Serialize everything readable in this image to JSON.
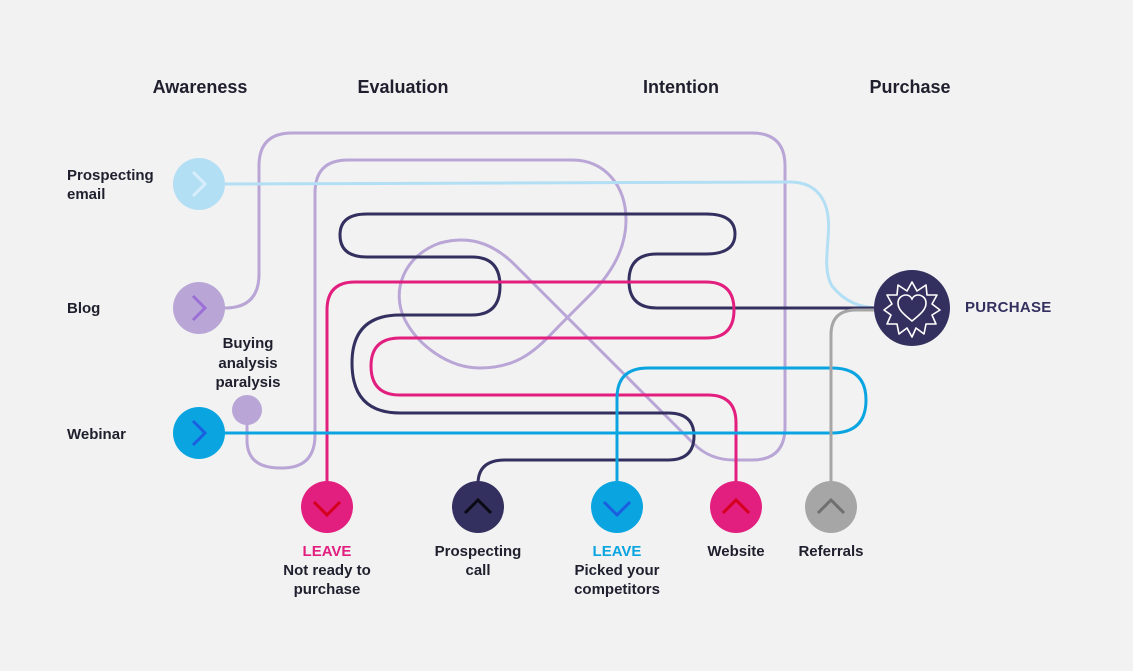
{
  "stages": [
    "Awareness",
    "Evaluation",
    "Intention",
    "Purchase"
  ],
  "sources": [
    {
      "label": "Prospecting\nemail",
      "color": "#b3dff5",
      "icon": "chevron-right-icon"
    },
    {
      "label": "Blog",
      "color": "#b9a6d6",
      "icon": "chevron-right-icon"
    },
    {
      "label": "Webinar",
      "color": "#0aa5e0",
      "icon": "chevron-right-icon"
    }
  ],
  "paralysis_label": "Buying\nanalysis\nparalysis",
  "purchase": {
    "label": "PURCHASE",
    "color": "#33305f",
    "icon": "heart-badge-icon"
  },
  "exits": [
    {
      "title": "LEAVE",
      "label": "Not ready to\npurchase",
      "color": "#e21e7e",
      "icon": "chevron-down-icon"
    },
    {
      "title": "",
      "label": "Prospecting\ncall",
      "color": "#33305f",
      "icon": "chevron-up-icon"
    },
    {
      "title": "LEAVE",
      "label": "Picked your\ncompetitors",
      "color": "#0aa5e0",
      "icon": "chevron-down-icon"
    },
    {
      "title": "",
      "label": "Website",
      "color": "#e21e7e",
      "icon": "chevron-up-icon"
    },
    {
      "title": "",
      "label": "Referrals",
      "color": "#a6a6a6",
      "icon": "chevron-up-icon"
    }
  ],
  "path_colors": {
    "email": "#b3dff5",
    "blog": "#b9a6d6",
    "webinar": "#0aa5e0",
    "prospecting_call": "#33305f",
    "leave_not_ready": "#e21e7e",
    "referrals": "#a6a6a6"
  }
}
